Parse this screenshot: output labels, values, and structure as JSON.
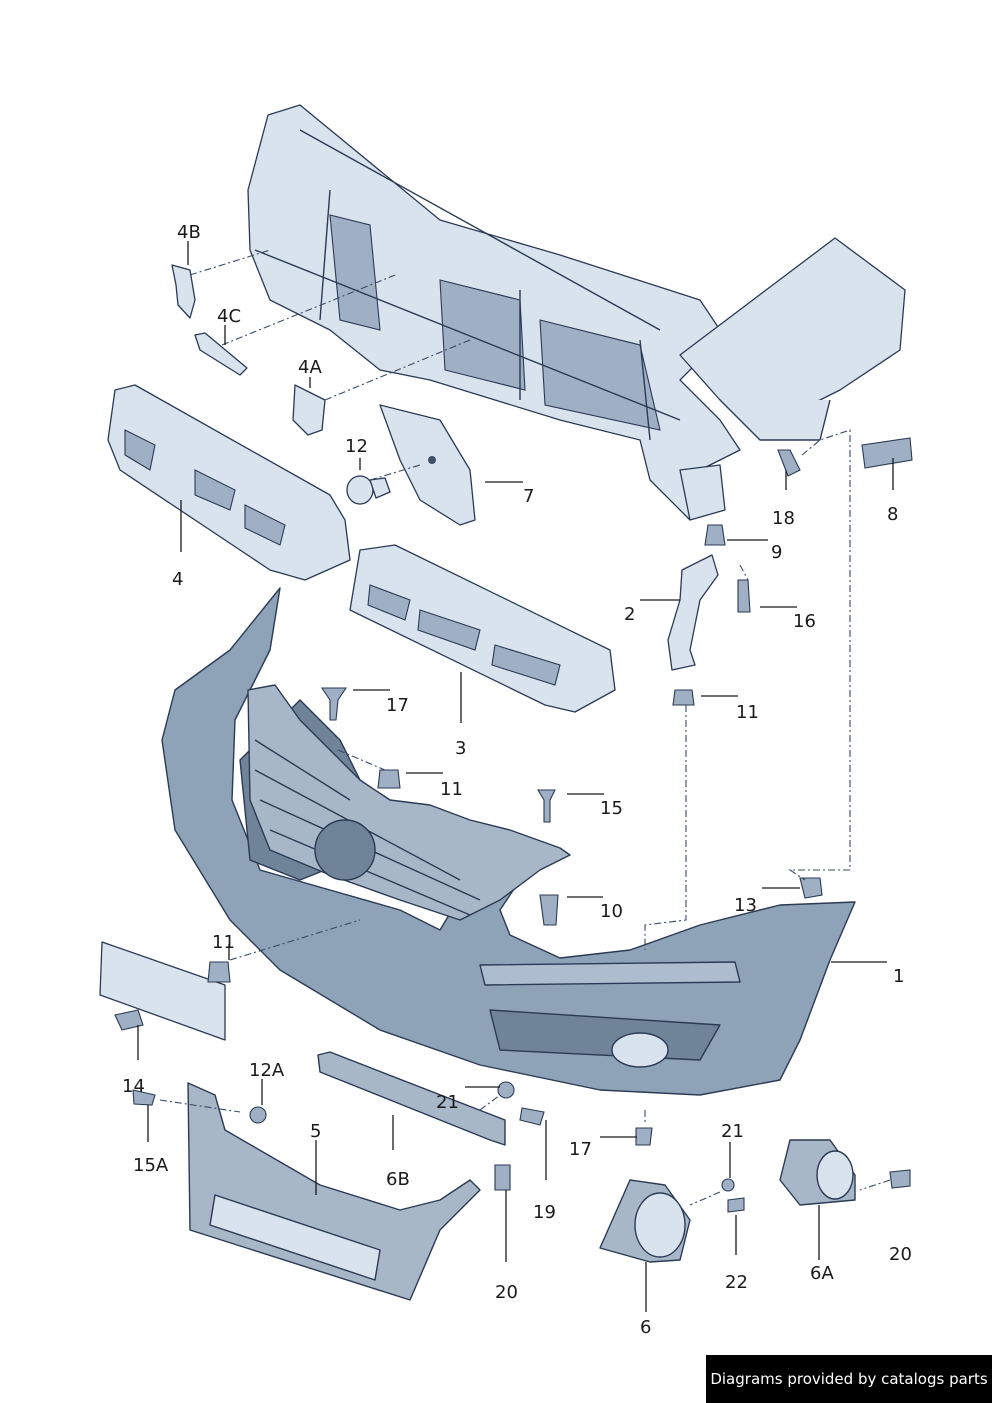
{
  "callouts": {
    "c1": "1",
    "c2": "2",
    "c3": "3",
    "c4": "4",
    "c4A": "4A",
    "c4B": "4B",
    "c4C": "4C",
    "c5": "5",
    "c6": "6",
    "c6A": "6A",
    "c6B": "6B",
    "c7": "7",
    "c8": "8",
    "c9": "9",
    "c10": "10",
    "c11a": "11",
    "c11b": "11",
    "c11c": "11",
    "c12": "12",
    "c12A": "12A",
    "c13": "13",
    "c14": "14",
    "c15": "15",
    "c15A": "15A",
    "c16": "16",
    "c17a": "17",
    "c17b": "17",
    "c18": "18",
    "c19": "19",
    "c20a": "20",
    "c20b": "20",
    "c21a": "21",
    "c21b": "21",
    "c22": "22"
  },
  "watermark": "Diagrams provided by catalogs parts",
  "colors": {
    "line": "#2b3a55",
    "bumper": "#8ea2b8",
    "frame": "#d9e3ee"
  }
}
